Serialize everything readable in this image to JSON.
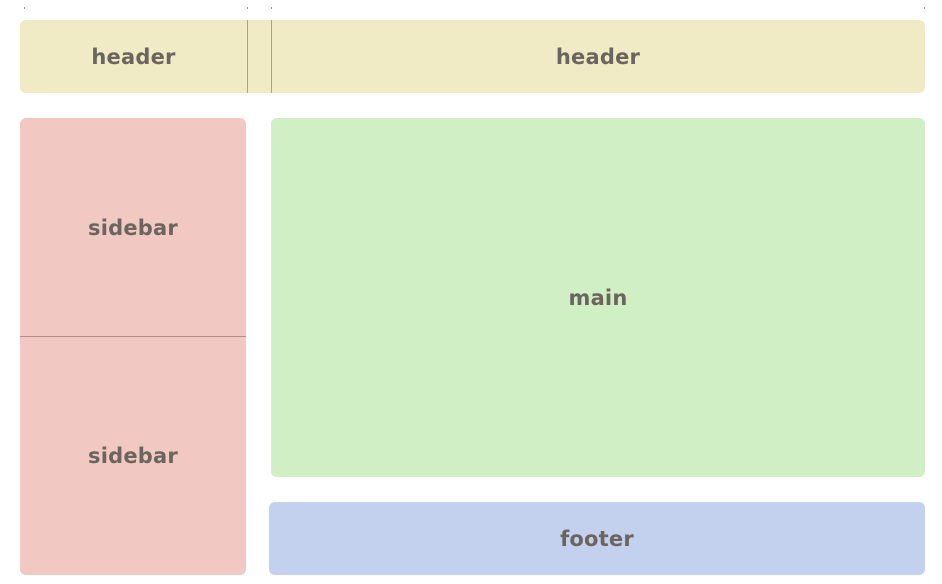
{
  "areas": {
    "header_left": "header",
    "header_right": "header",
    "sidebar_top": "sidebar",
    "sidebar_bottom": "sidebar",
    "main": "main",
    "footer": "footer"
  },
  "colors": {
    "header": "#f0ebc4",
    "sidebar": "#f1c9c2",
    "main": "#d1efc4",
    "footer": "#c3d1ef",
    "text": "#6b6560"
  }
}
